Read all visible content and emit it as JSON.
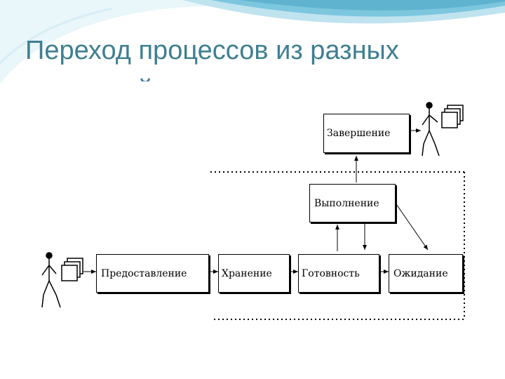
{
  "slide": {
    "title": "Переход процессов из разных состояний"
  },
  "diagram": {
    "states": {
      "submission": "Предоставление",
      "storage": "Хранение",
      "ready": "Готовность",
      "waiting": "Ожидание",
      "running": "Выполнение",
      "completion": "Завершение"
    }
  },
  "colors": {
    "title": "#3f7f93",
    "swoosh_dark": "#5fb3cf",
    "swoosh_light": "#bfe3ef",
    "line": "#000000"
  },
  "icons": [
    "person-with-documents-icon-input",
    "person-with-documents-icon-output"
  ]
}
